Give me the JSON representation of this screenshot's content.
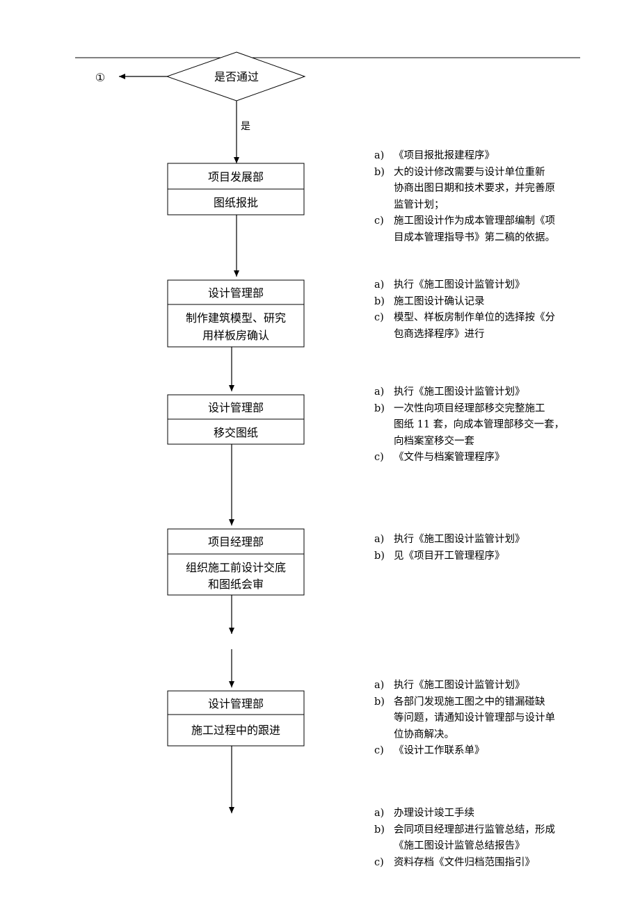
{
  "connector": {
    "label": "①"
  },
  "decision": {
    "label": "是否通过",
    "yes_label": "是"
  },
  "boxes": [
    {
      "dept": "项目发展部",
      "task": [
        "图纸报批"
      ]
    },
    {
      "dept": "设计管理部",
      "task": [
        "制作建筑模型、研究",
        "用样板房确认"
      ]
    },
    {
      "dept": "设计管理部",
      "task": [
        "移交图纸"
      ]
    },
    {
      "dept": "项目经理部",
      "task": [
        "组织施工前设计交底",
        "和图纸会审"
      ]
    },
    {
      "dept": "设计管理部",
      "task": [
        "施工过程中的跟进"
      ]
    }
  ],
  "notes": [
    [
      {
        "mark": "a)",
        "lines": [
          "《项目报批报建程序》"
        ]
      },
      {
        "mark": "b)",
        "lines": [
          "大的设计修改需要与设计单位重新",
          "协商出图日期和技术要求，并完善原",
          "监管计划；"
        ]
      },
      {
        "mark": "c)",
        "lines": [
          "施工图设计作为成本管理部编制《项",
          "目成本管理指导书》第二稿的依据。"
        ]
      }
    ],
    [
      {
        "mark": "a)",
        "lines": [
          "执行《施工图设计监管计划》"
        ]
      },
      {
        "mark": "b)",
        "lines": [
          "施工图设计确认记录"
        ]
      },
      {
        "mark": "c)",
        "lines": [
          "模型、样板房制作单位的选择按《分",
          "包商选择程序》进行"
        ]
      }
    ],
    [
      {
        "mark": "a)",
        "lines": [
          "执行《施工图设计监管计划》"
        ]
      },
      {
        "mark": "b)",
        "lines": [
          "一次性向项目经理部移交完整施工",
          "图纸 11 套，向成本管理部移交一套，",
          "向档案室移交一套"
        ]
      },
      {
        "mark": "c)",
        "lines": [
          "《文件与档案管理程序》"
        ]
      }
    ],
    [
      {
        "mark": "a)",
        "lines": [
          "执行《施工图设计监管计划》"
        ]
      },
      {
        "mark": "b)",
        "lines": [
          "见《项目开工管理程序》"
        ]
      }
    ],
    [
      {
        "mark": "a)",
        "lines": [
          "执行《施工图设计监管计划》"
        ]
      },
      {
        "mark": "b)",
        "lines": [
          "各部门发现施工图之中的错漏碰缺",
          "等问题，请通知设计管理部与设计单",
          "位协商解决。"
        ]
      },
      {
        "mark": "c)",
        "lines": [
          "《设计工作联系单》"
        ]
      }
    ],
    [
      {
        "mark": "a)",
        "lines": [
          "办理设计竣工手续"
        ]
      },
      {
        "mark": "b)",
        "lines": [
          "会同项目经理部进行监管总结，形成",
          "《施工图设计监管总结报告》"
        ]
      },
      {
        "mark": "c)",
        "lines": [
          "资料存档《文件归档范围指引》"
        ]
      }
    ]
  ]
}
